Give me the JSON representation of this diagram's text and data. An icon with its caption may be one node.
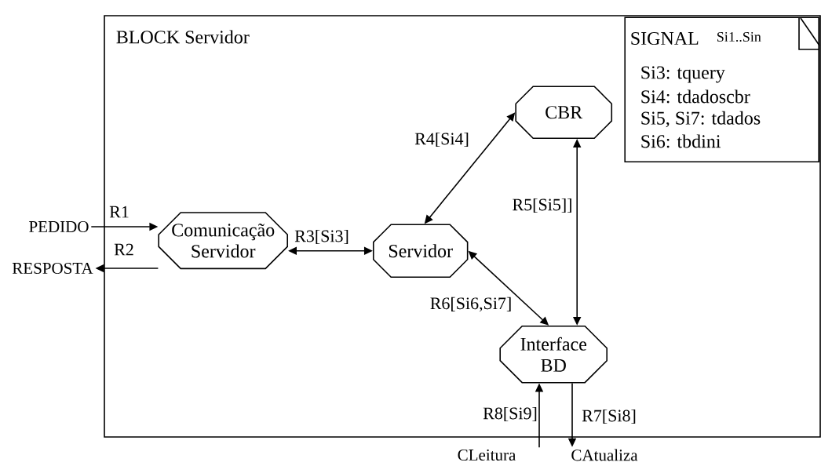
{
  "diagram": {
    "nodes": [
      {
        "text": [
          "BLOCK Servidor"
        ]
      },
      {
        "text": [
          "Comunicação Servidor"
        ],
        "in": 0
      },
      {
        "text": [
          "Servidor"
        ],
        "in": 0
      },
      {
        "text": [
          "CBR"
        ],
        "in": 0
      },
      {
        "text": [
          "Interface BD"
        ],
        "in": 0
      },
      {
        "text": [
          "SIGNAL",
          "Si1..Sin",
          "Si3: tquery",
          "Si4: tdadoscbr",
          "Si5, Si7: tdados",
          "Si6: tbdini"
        ],
        "in": 0
      },
      {
        "text": [
          "PEDIDO"
        ]
      },
      {
        "text": [
          "RESPOSTA"
        ]
      },
      {
        "text": [
          "CLeitura"
        ]
      },
      {
        "text": [
          "CAtualiza"
        ]
      }
    ],
    "edges": [
      {
        "from": 6,
        "to": 1,
        "arrow": "to",
        "label": "R1"
      },
      {
        "from": 1,
        "to": 7,
        "arrow": "to",
        "label": "R2"
      },
      {
        "from": 1,
        "to": 2,
        "arrow": "both",
        "label": "R3[Si3]"
      },
      {
        "from": 2,
        "to": 3,
        "arrow": "both",
        "label": "R4[Si4]"
      },
      {
        "from": 3,
        "to": 4,
        "arrow": "both",
        "label": "R5[Si5]]"
      },
      {
        "from": 2,
        "to": 4,
        "arrow": "both",
        "label": "R6[Si6,Si7]"
      },
      {
        "from": 4,
        "to": 9,
        "arrow": "to",
        "label": "R7[Si8]"
      },
      {
        "from": 8,
        "to": 4,
        "arrow": "to",
        "label": "R8[Si9]"
      }
    ]
  }
}
